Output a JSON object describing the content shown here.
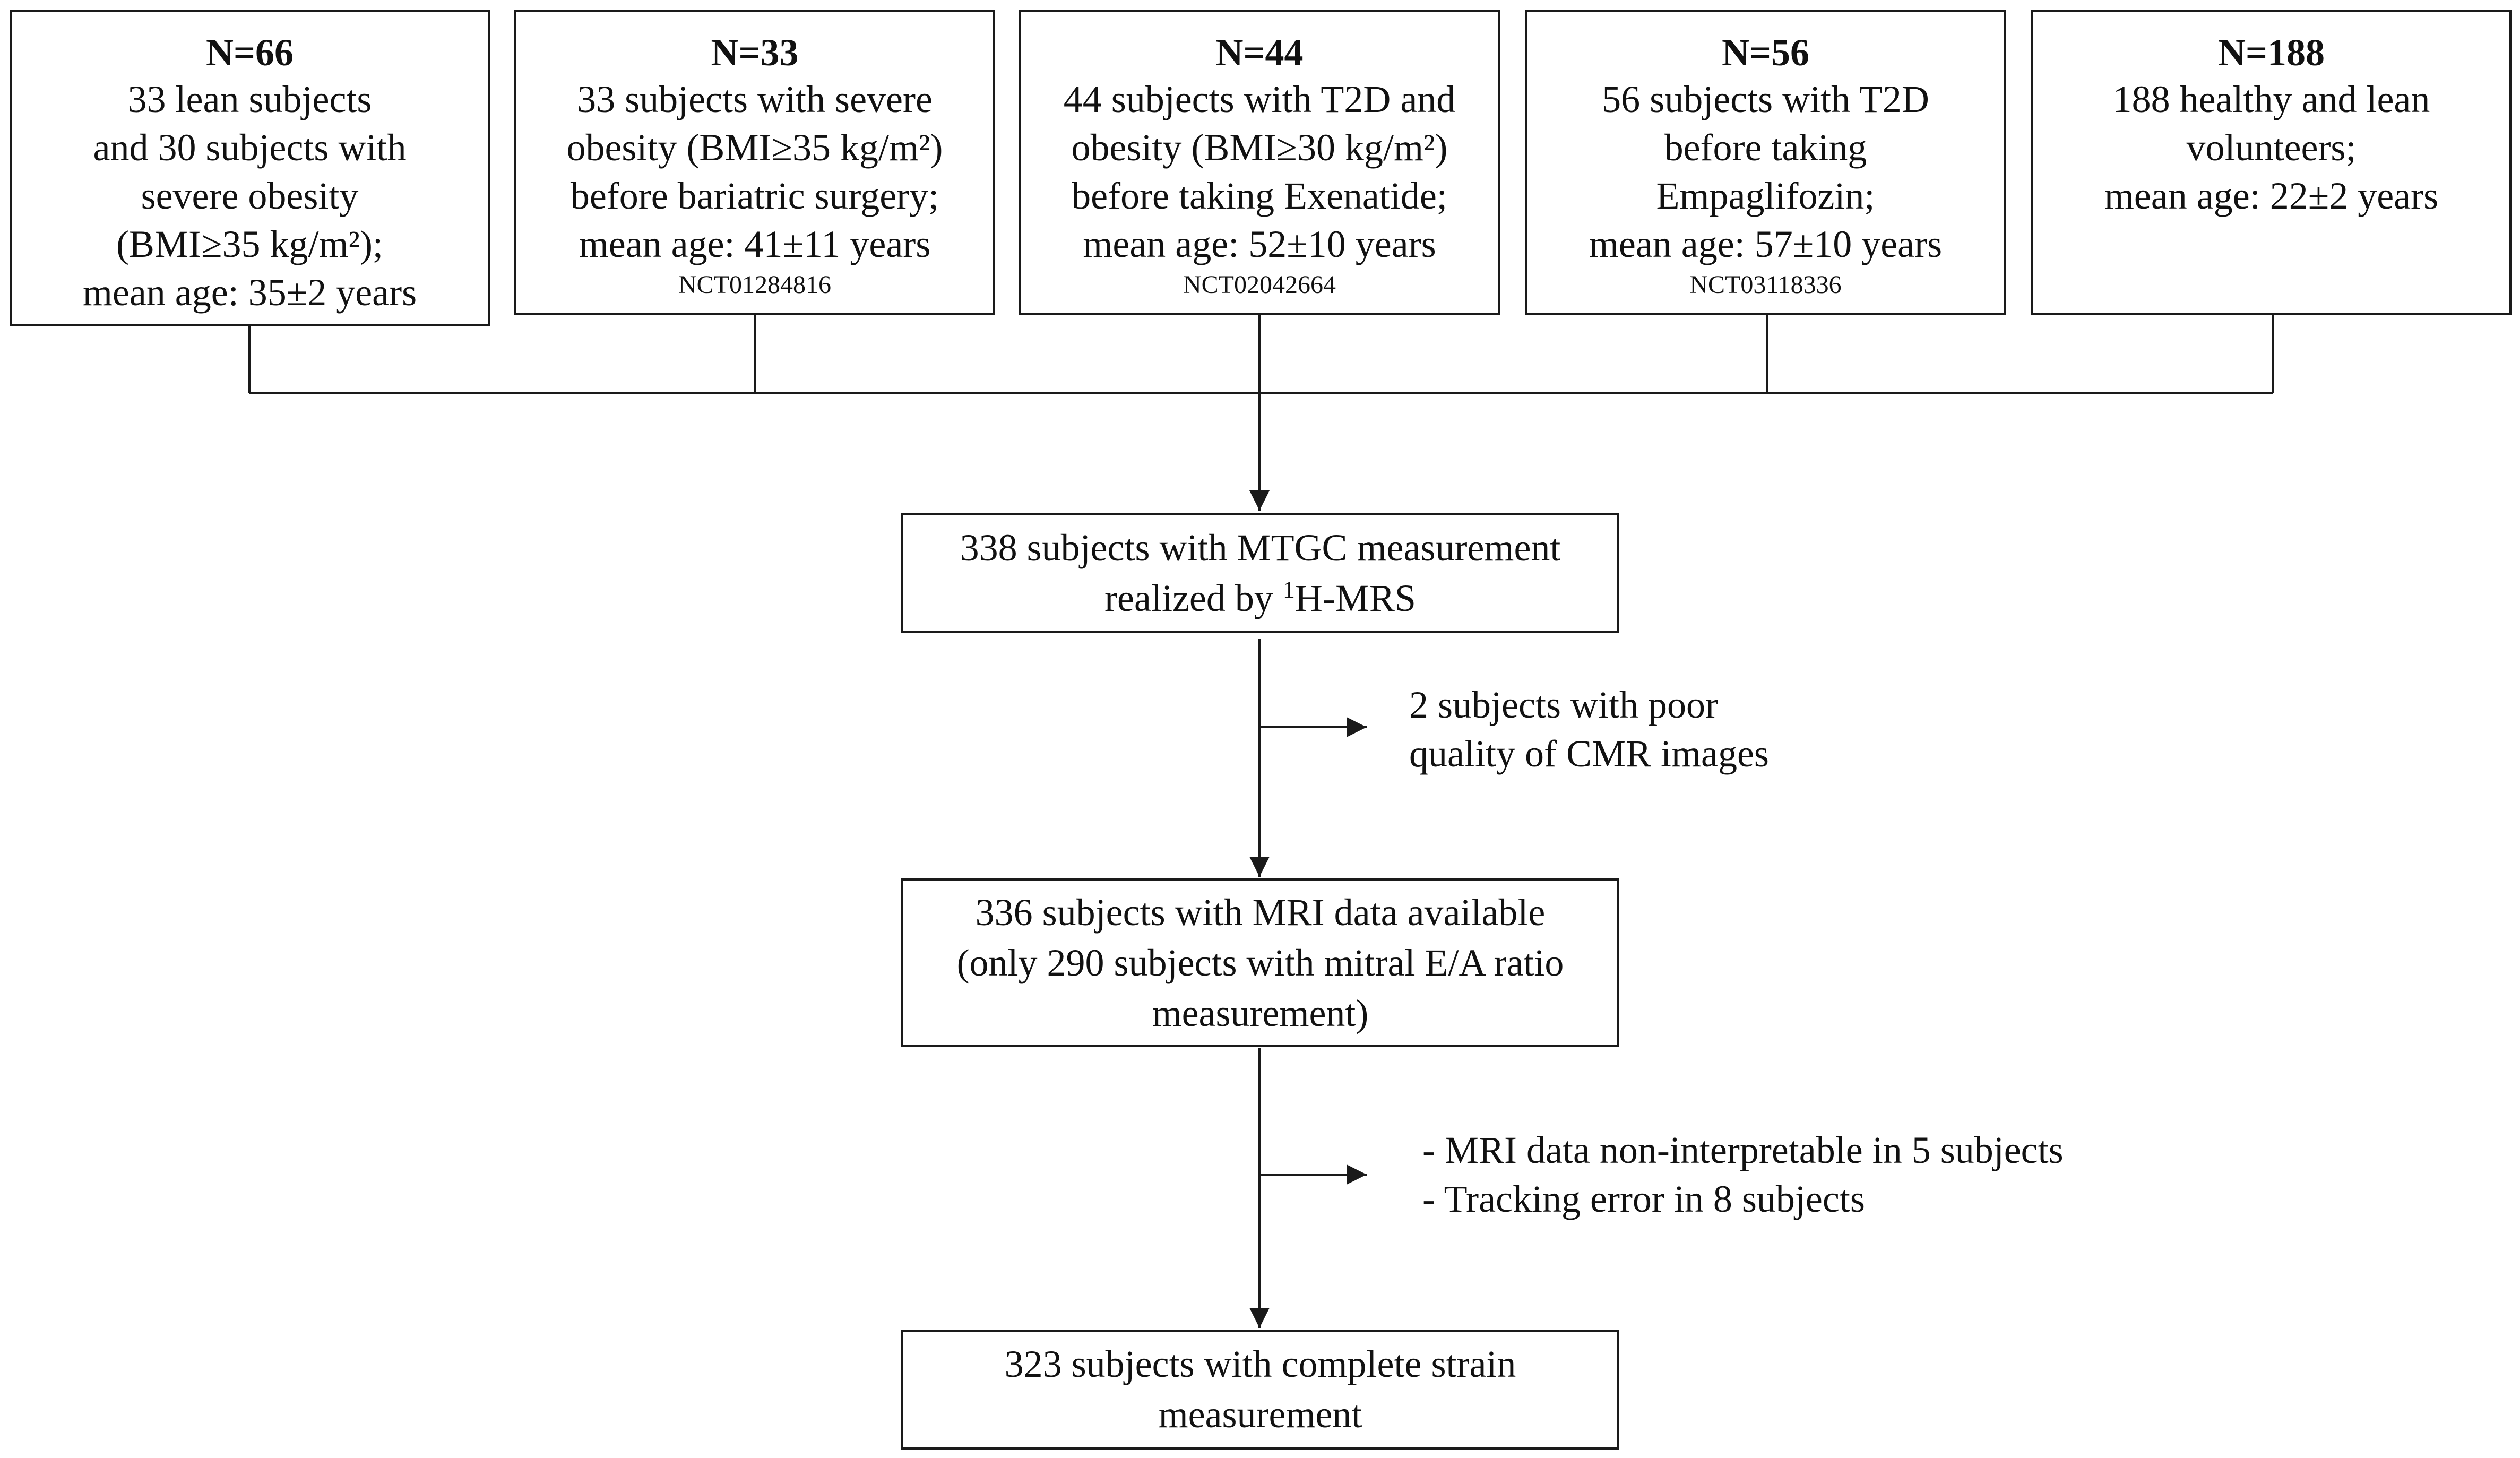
{
  "sources": [
    {
      "n": "N=66",
      "lines": [
        "33 lean subjects",
        "and 30 subjects with",
        "severe obesity",
        "(BMI≥35 kg/m²);",
        "mean age: 35±2 years"
      ],
      "nct": ""
    },
    {
      "n": "N=33",
      "lines": [
        "33 subjects with severe",
        "obesity (BMI≥35 kg/m²)",
        "before bariatric surgery;",
        "mean age: 41±11 years"
      ],
      "nct": "NCT01284816"
    },
    {
      "n": "N=44",
      "lines": [
        "44 subjects with T2D and",
        "obesity (BMI≥30 kg/m²)",
        "before taking Exenatide;",
        "mean age: 52±10 years"
      ],
      "nct": "NCT02042664"
    },
    {
      "n": "N=56",
      "lines": [
        "56 subjects with T2D",
        "before taking",
        "Empaglifozin;",
        "mean age: 57±10 years"
      ],
      "nct": "NCT03118336"
    },
    {
      "n": "N=188",
      "lines": [
        "188 healthy and lean",
        "volunteers;",
        "mean age: 22±2 years"
      ],
      "nct": ""
    }
  ],
  "flow": {
    "step1": {
      "line1": "338 subjects with MTGC measurement",
      "line2_pre": "realized by ",
      "line2_sup": "1",
      "line2_post": "H-MRS"
    },
    "exclusion1": [
      "2 subjects with poor",
      "quality of CMR images"
    ],
    "step2": [
      "336 subjects with MRI data available",
      "(only 290 subjects with mitral E/A ratio",
      "measurement)"
    ],
    "exclusion2": [
      "- MRI data non-interpretable in 5 subjects",
      "- Tracking error in 8 subjects"
    ],
    "step3": [
      "323 subjects with complete strain",
      "measurement"
    ]
  }
}
